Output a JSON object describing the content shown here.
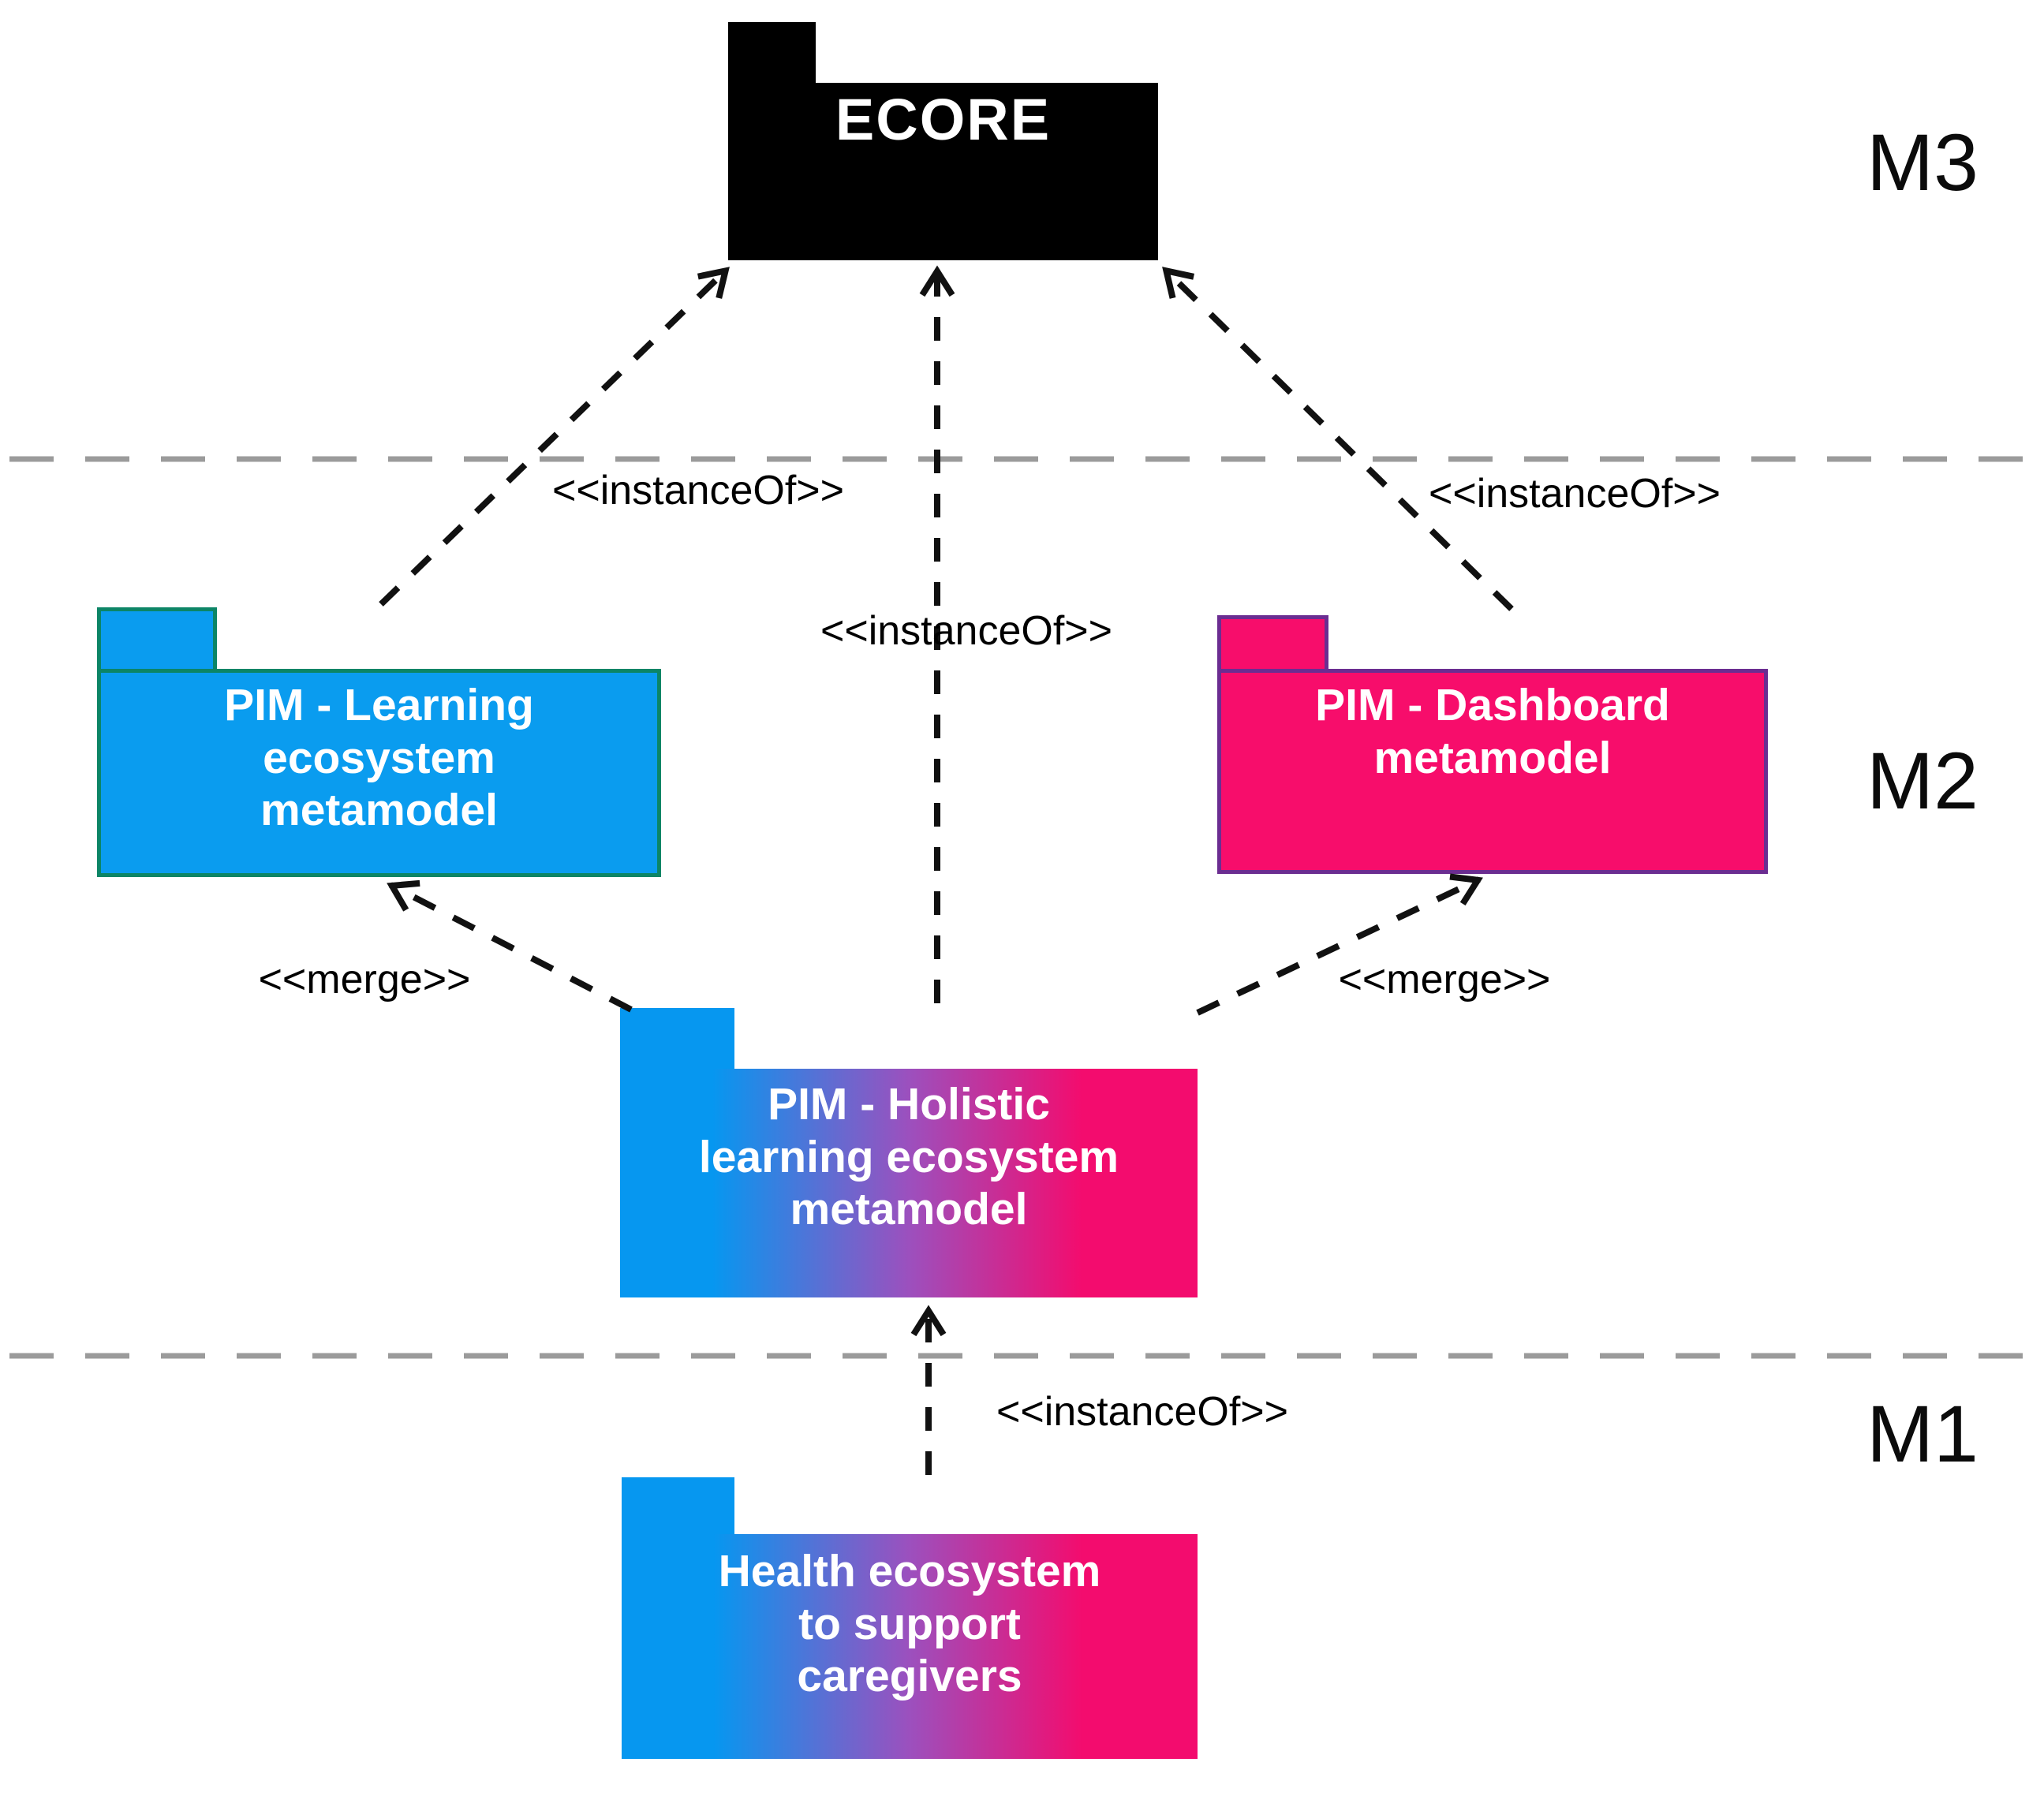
{
  "levels": {
    "m3": {
      "label": "M3"
    },
    "m2": {
      "label": "M2"
    },
    "m1": {
      "label": "M1"
    }
  },
  "packages": {
    "ecore": {
      "title": "ECORE"
    },
    "learning": {
      "title": "PIM - Learning\necosystem\nmetamodel"
    },
    "dashboard": {
      "title": "PIM - Dashboard\nmetamodel"
    },
    "holistic": {
      "title": "PIM - Holistic\nlearning ecosystem\nmetamodel"
    },
    "health": {
      "title": "Health ecosystem\nto support\ncaregivers"
    }
  },
  "edge_labels": {
    "instanceof_left": "<<instanceOf>>",
    "instanceof_center": "<<instanceOf>>",
    "instanceof_right": "<<instanceOf>>",
    "instanceof_bottom": "<<instanceOf>>",
    "merge_left": "<<merge>>",
    "merge_right": "<<merge>>"
  },
  "colors": {
    "ecore-fill": "#000000",
    "learning-fill": "#0a9cef",
    "learning-border": "#0c8566",
    "dashboard-fill": "#f70d6b",
    "dashboard-border": "#6b2d91",
    "grad-blue": "#0697f0",
    "grad-purple": "#9c50be",
    "grad-pink": "#f30c6e",
    "arrow": "#111111",
    "divider": "#9b9b9b",
    "title-text": "#ffffff",
    "label-text": "#000000"
  }
}
